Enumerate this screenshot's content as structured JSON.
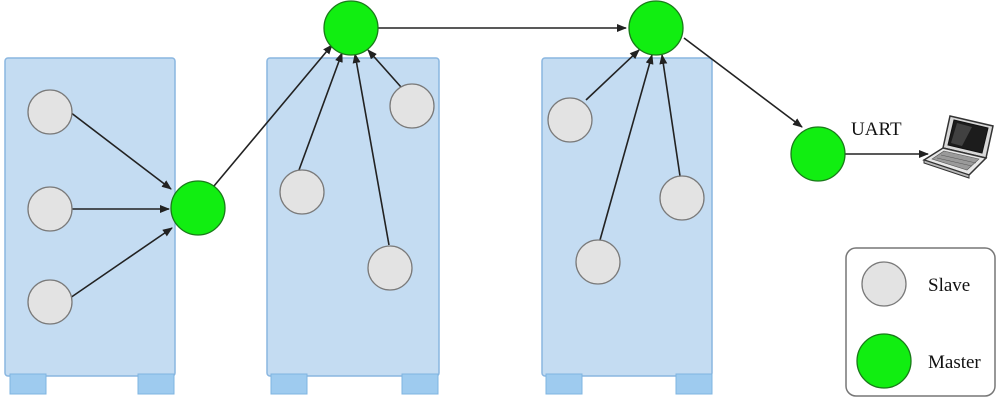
{
  "colors": {
    "cabinet_fill": "#c4dcf2",
    "cabinet_stroke": "#8ab6e0",
    "cabinet_foot": "#9ecbef",
    "slave_fill": "#e3e3e3",
    "slave_stroke": "#7a7a7a",
    "master_fill": "#11ee11",
    "master_stroke": "#1a7a1a",
    "arrow": "#222222",
    "legend_stroke": "#777777"
  },
  "link": {
    "label": "UART"
  },
  "legend": {
    "slave_label": "Slave",
    "master_label": "Master"
  },
  "icons": {
    "terminal": "laptop-icon"
  }
}
